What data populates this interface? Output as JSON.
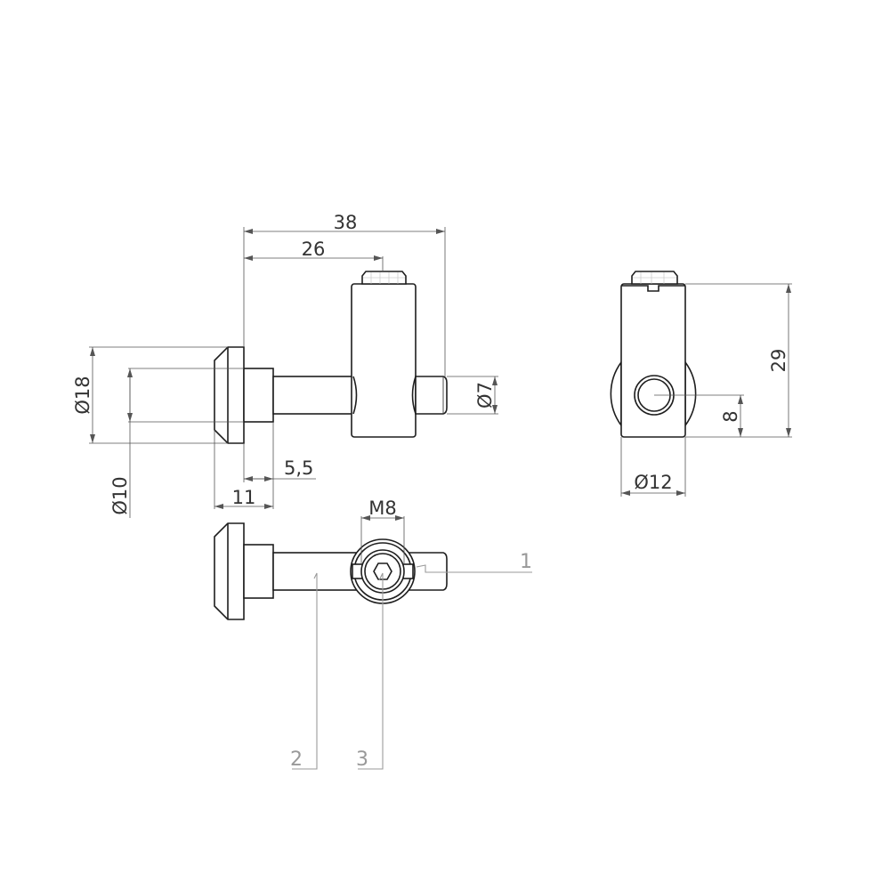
{
  "drawing": {
    "colors": {
      "outline": "#1e1e1e",
      "dimension": "#555555",
      "dimension_text": "#333333",
      "callout": "#999999",
      "background": "#ffffff"
    },
    "side_view": {
      "dimensions": {
        "overall_length": "38",
        "pin_offset": "26",
        "flange_diameter": "Ø18",
        "shank_diameter": "Ø10",
        "stud_diameter": "Ø7",
        "collar_width": "5,5",
        "head_length": "11"
      }
    },
    "end_view": {
      "dimensions": {
        "height": "29",
        "bore_height": "8",
        "body_diameter": "Ø12"
      }
    },
    "top_view": {
      "dimensions": {
        "thread": "M8"
      },
      "callouts": [
        {
          "number": "1"
        },
        {
          "number": "2"
        },
        {
          "number": "3"
        }
      ]
    }
  }
}
